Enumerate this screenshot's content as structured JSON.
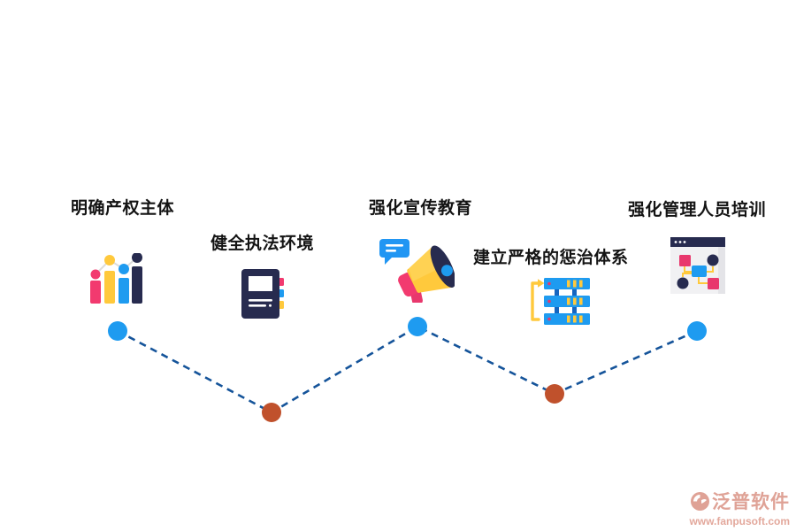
{
  "page": {
    "background": "#ffffff"
  },
  "steps": [
    {
      "label": "明确产权主体",
      "icon": "people-bar-chart-icon",
      "node_color": "#1e9bf0"
    },
    {
      "label": "健全执法环境",
      "icon": "notebook-icon",
      "node_color": "#c0512c"
    },
    {
      "label": "强化宣传教育",
      "icon": "megaphone-icon",
      "node_color": "#1e9bf0"
    },
    {
      "label": "建立严格的惩治体系",
      "icon": "server-stack-icon",
      "node_color": "#c0512c"
    },
    {
      "label": "强化管理人员培训",
      "icon": "browser-flowchart-icon",
      "node_color": "#1e9bf0"
    }
  ],
  "colors": {
    "connector_line": "#15549a",
    "node_blue": "#1e9bf0",
    "node_orange": "#c0512c",
    "icon_pink": "#f23a6f",
    "icon_yellow": "#ffc93c",
    "icon_blue": "#1e9bf0",
    "icon_navy": "#272b4f",
    "label_text": "#141414",
    "watermark": "#dfa296"
  },
  "watermark": {
    "brand": "泛普软件",
    "url": "www.fanpusoft.com"
  }
}
